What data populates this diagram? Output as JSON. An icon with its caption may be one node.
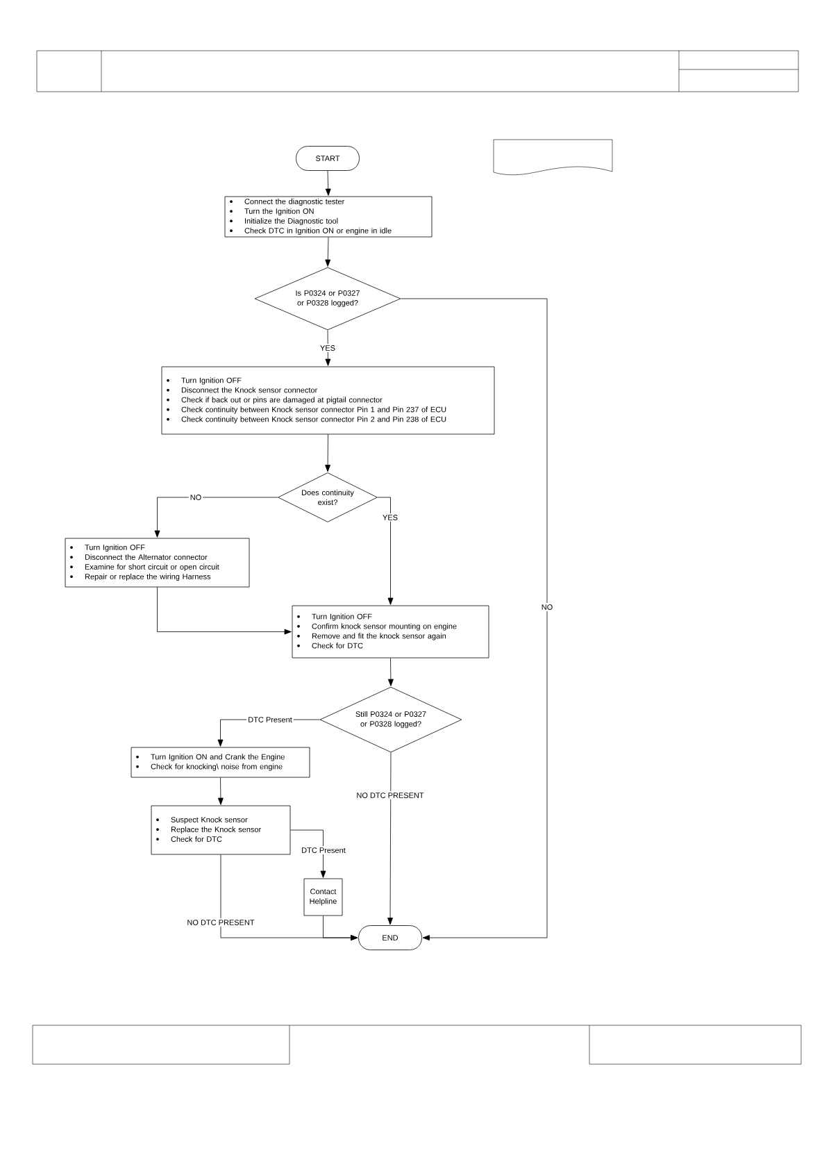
{
  "diagram": {
    "nodes": [
      {
        "text": [
          "START"
        ]
      },
      {
        "text": [
          "Connect the diagnostic tester",
          "Turn the Ignition ON",
          "Initialize the Diagnostic tool",
          "Check DTC in Ignition ON or engine in idle"
        ]
      },
      {
        "text": [
          "Is P0324 or P0327 or P0328 logged?"
        ]
      },
      {
        "text": [
          "Turn Ignition OFF",
          "Disconnect the Knock sensor connector",
          "Check if back out or pins are damaged at pigtail connector",
          "Check continuity between Knock sensor connector Pin 1 and Pin 237 of ECU",
          "Check continuity between Knock sensor connector Pin 2 and Pin 238 of ECU"
        ]
      },
      {
        "text": [
          "Does continuity exist?"
        ]
      },
      {
        "text": [
          "Turn Ignition OFF",
          "Disconnect the Alternator connector",
          "Examine for short circuit or open circuit",
          "Repair or replace the wiring Harness"
        ]
      },
      {
        "text": [
          "Turn Ignition OFF",
          "Confirm knock sensor mounting on engine",
          "Remove and fit the knock sensor again",
          "Check for DTC"
        ]
      },
      {
        "text": [
          "Still P0324 or P0327 or P0328 logged?"
        ]
      },
      {
        "text": [
          "Turn Ignition ON and Crank the Engine",
          "Check for knocking\\ noise from engine"
        ]
      },
      {
        "text": [
          "Suspect Knock sensor",
          "Replace the Knock sensor",
          "Check for DTC"
        ]
      },
      {
        "text": [
          "Contact Helpline"
        ]
      },
      {
        "text": [
          "END"
        ]
      },
      {
        "text": [],
        "shape": "document"
      }
    ],
    "edges": [
      {
        "from": 0,
        "to": 1,
        "arrow": "to"
      },
      {
        "from": 1,
        "to": 2,
        "arrow": "to"
      },
      {
        "from": 2,
        "to": 3,
        "arrow": "to",
        "label": "YES"
      },
      {
        "from": 2,
        "to": 11,
        "arrow": "to",
        "label": "NO"
      },
      {
        "from": 3,
        "to": 4,
        "arrow": "to"
      },
      {
        "from": 4,
        "to": 5,
        "arrow": "to",
        "label": "NO"
      },
      {
        "from": 4,
        "to": 6,
        "arrow": "to",
        "label": "YES"
      },
      {
        "from": 5,
        "to": 6,
        "arrow": "to"
      },
      {
        "from": 6,
        "to": 7,
        "arrow": "to"
      },
      {
        "from": 7,
        "to": 8,
        "arrow": "to",
        "label": "DTC Present"
      },
      {
        "from": 7,
        "to": 11,
        "arrow": "to",
        "label": "NO DTC PRESENT"
      },
      {
        "from": 8,
        "to": 9,
        "arrow": "to"
      },
      {
        "from": 9,
        "to": 10,
        "arrow": "to",
        "label": "DTC Present"
      },
      {
        "from": 9,
        "to": 11,
        "arrow": "to",
        "label": "NO DTC PRESENT"
      },
      {
        "from": 10,
        "to": 11,
        "arrow": "to"
      }
    ]
  }
}
